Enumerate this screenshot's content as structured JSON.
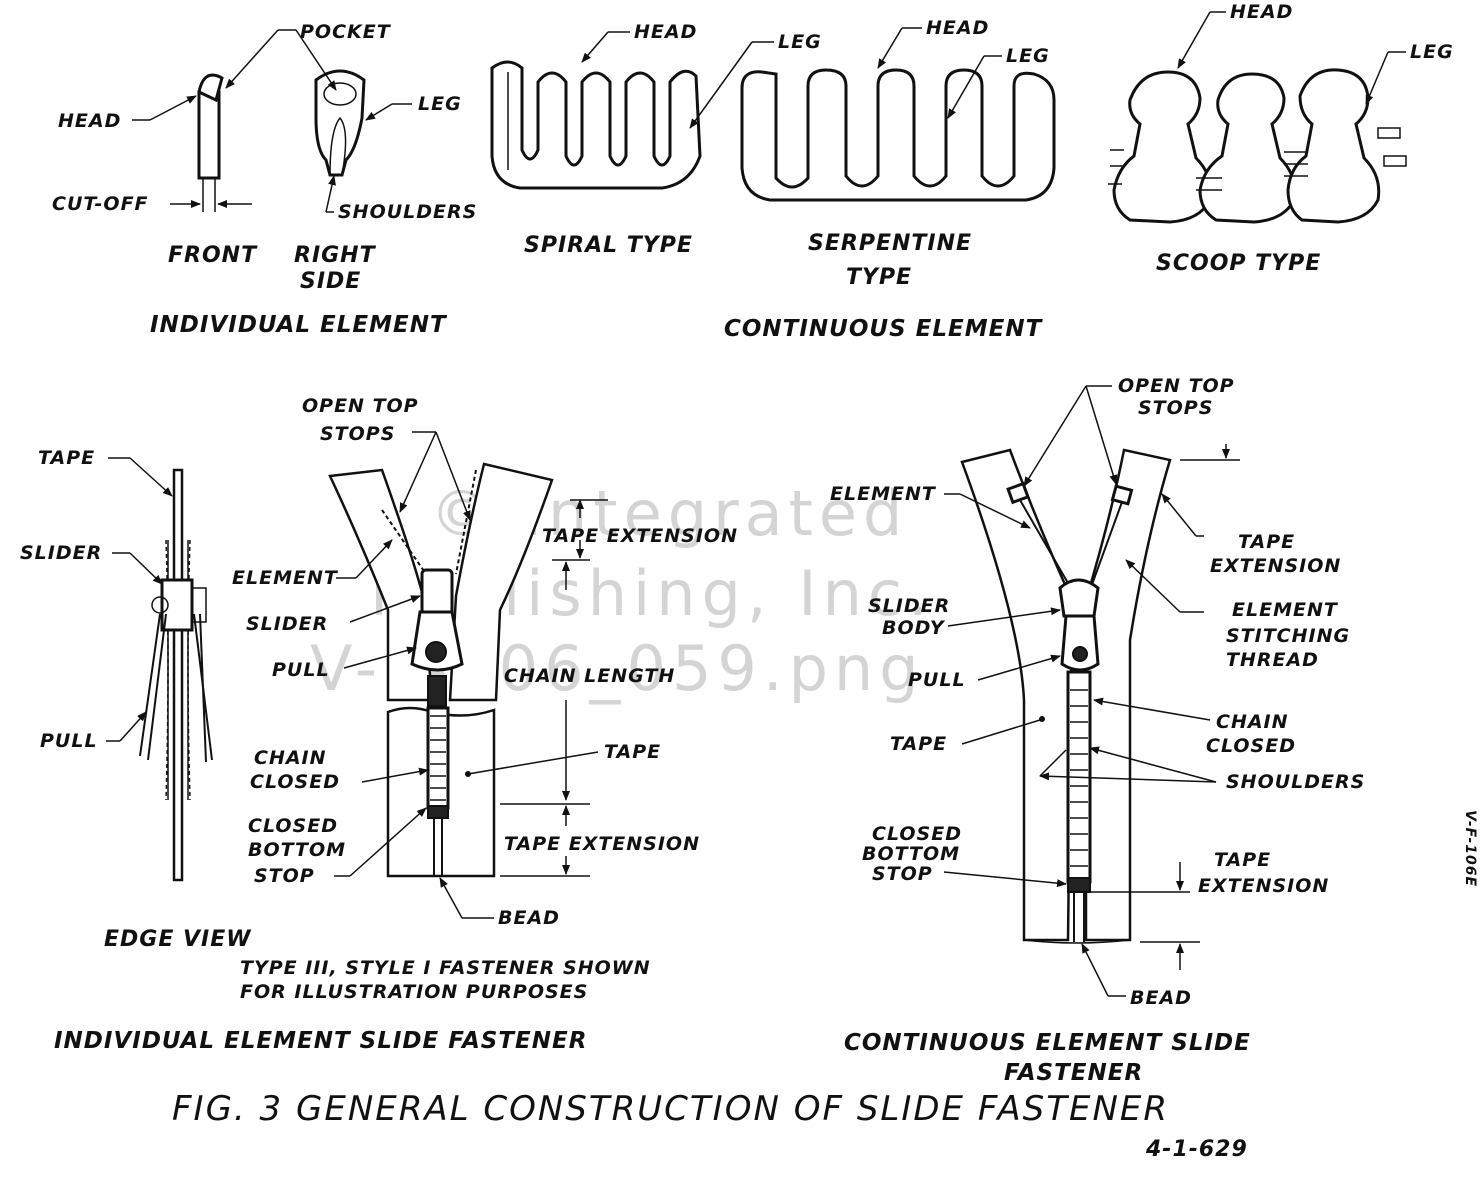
{
  "figure": {
    "title": "FIG. 3 GENERAL CONSTRUCTION OF SLIDE FASTENER",
    "drawing_number": "4-1-629",
    "side_code": "V-F-106E",
    "watermark": [
      "© Integrated",
      "Publishing, Inc.",
      "V-F-106_059.png"
    ]
  },
  "individual_element": {
    "labels": {
      "pocket": "POCKET",
      "head": "HEAD",
      "leg": "LEG",
      "cut_off": "CUT-OFF",
      "shoulders": "SHOULDERS",
      "front": "FRONT",
      "right_side_1": "RIGHT",
      "right_side_2": "SIDE"
    },
    "caption": "INDIVIDUAL ELEMENT"
  },
  "continuous_element": {
    "spiral": {
      "head": "HEAD",
      "leg": "LEG",
      "caption": "SPIRAL TYPE"
    },
    "serpentine": {
      "head": "HEAD",
      "leg": "LEG",
      "caption_1": "SERPENTINE",
      "caption_2": "TYPE"
    },
    "scoop": {
      "head": "HEAD",
      "leg": "LEG",
      "caption": "SCOOP TYPE"
    },
    "caption": "CONTINUOUS ELEMENT"
  },
  "individual_fastener": {
    "edge_view": {
      "tape": "TAPE",
      "slider": "SLIDER",
      "pull": "PULL",
      "caption": "EDGE VIEW"
    },
    "labels": {
      "open_top_stops_1": "OPEN TOP",
      "open_top_stops_2": "STOPS",
      "element": "ELEMENT",
      "slider": "SLIDER",
      "pull": "PULL",
      "chain_closed_1": "CHAIN",
      "chain_closed_2": "CLOSED",
      "closed_bottom_stop_1": "CLOSED",
      "closed_bottom_stop_2": "BOTTOM",
      "closed_bottom_stop_3": "STOP",
      "tape_extension_top": "TAPE EXTENSION",
      "chain_length": "CHAIN LENGTH",
      "tape": "TAPE",
      "tape_extension_bottom": "TAPE EXTENSION",
      "bead": "BEAD"
    },
    "note_1": "TYPE III, STYLE I FASTENER SHOWN",
    "note_2": "FOR ILLUSTRATION PURPOSES",
    "caption": "INDIVIDUAL ELEMENT SLIDE FASTENER"
  },
  "continuous_fastener": {
    "labels": {
      "open_top_stops_1": "OPEN TOP",
      "open_top_stops_2": "STOPS",
      "element": "ELEMENT",
      "tape_extension_top_1": "TAPE",
      "tape_extension_top_2": "EXTENSION",
      "slider_body_1": "SLIDER",
      "slider_body_2": "BODY",
      "element_stitching_1": "ELEMENT",
      "element_stitching_2": "STITCHING",
      "element_stitching_3": "THREAD",
      "pull": "PULL",
      "chain_closed_1": "CHAIN",
      "chain_closed_2": "CLOSED",
      "tape": "TAPE",
      "shoulders": "SHOULDERS",
      "closed_bottom_stop_1": "CLOSED",
      "closed_bottom_stop_2": "BOTTOM",
      "closed_bottom_stop_3": "STOP",
      "tape_extension_bottom_1": "TAPE",
      "tape_extension_bottom_2": "EXTENSION",
      "bead": "BEAD"
    },
    "caption_1": "CONTINUOUS ELEMENT SLIDE",
    "caption_2": "FASTENER"
  }
}
